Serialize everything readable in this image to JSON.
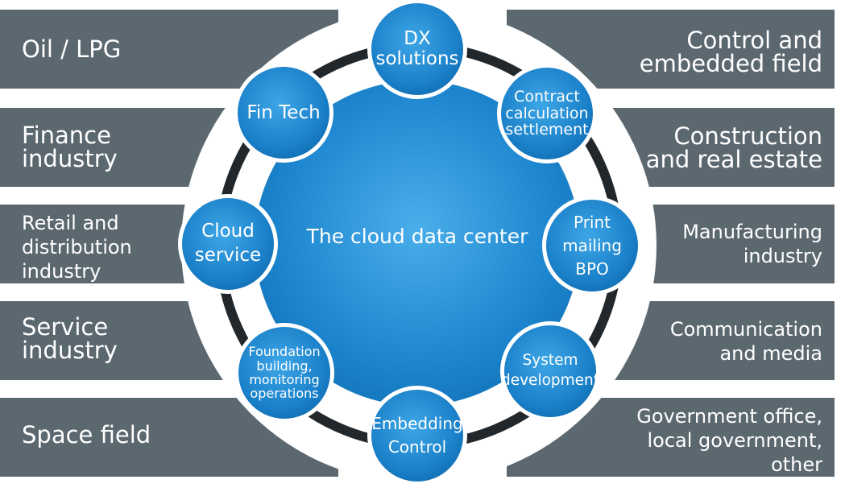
{
  "diagram": {
    "center_label": "The cloud data center",
    "colors": {
      "bar": "#5c6870",
      "bar_divider": "#ffffff",
      "circle": "#1f88d0",
      "circle_light": "#4aaeea",
      "ring": "#22272b",
      "halo": "#ffffff"
    },
    "left_industries": [
      {
        "label": "Oil / LPG"
      },
      {
        "label": "Finance\nindustry"
      },
      {
        "label": "Retail and\ndistribution\nindustry"
      },
      {
        "label": "Service\nindustry"
      },
      {
        "label": "Space field"
      }
    ],
    "right_industries": [
      {
        "label": "Control and\nembedded field"
      },
      {
        "label": "Construction\nand real estate"
      },
      {
        "label": "Manufacturing\nindustry"
      },
      {
        "label": "Communication\nand media"
      },
      {
        "label": "Government office,\nlocal government,\nother"
      }
    ],
    "service_nodes": [
      {
        "label": "DX\nsolutions",
        "icon": "circle-node"
      },
      {
        "label": "Contract\ncalculation\nsettlement",
        "icon": "circle-node"
      },
      {
        "label": "Print\nmailing\nBPO",
        "icon": "circle-node"
      },
      {
        "label": "System\ndevelopment",
        "icon": "circle-node"
      },
      {
        "label": "Embedding\nControl",
        "icon": "circle-node"
      },
      {
        "label": "Foundation\nbuilding,\nmonitoring\noperations",
        "icon": "circle-node"
      },
      {
        "label": "Cloud\nservice",
        "icon": "circle-node"
      },
      {
        "label": "Fin Tech",
        "icon": "circle-node"
      }
    ]
  }
}
